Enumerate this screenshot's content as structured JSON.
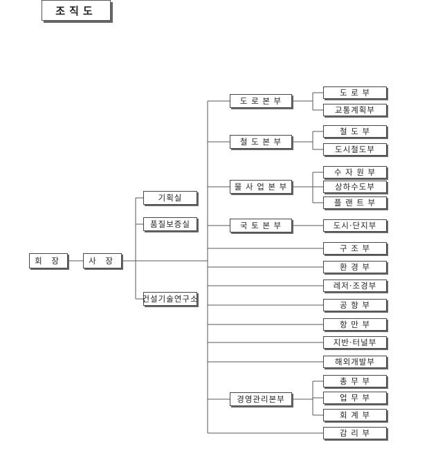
{
  "title": "조직도",
  "chairman": "회 장",
  "president": "사 장",
  "staff": [
    "기획실",
    "품질보증실",
    "건설기술연구소"
  ],
  "divisions": [
    {
      "name": "도 로 본 부",
      "depts": [
        "도 로 부",
        "교통계획부"
      ]
    },
    {
      "name": "철 도 본 부",
      "depts": [
        "철 도 부",
        "도시철도부"
      ]
    },
    {
      "name": "물 사 업 본 부",
      "depts": [
        "수 자 원 부",
        "상하수도부",
        "플 랜 트 부"
      ]
    },
    {
      "name": "국 토 본 부",
      "depts": [
        "도시·단지부"
      ]
    }
  ],
  "standalone_depts": [
    "구 조 부",
    "환 경 부",
    "레저·조경부",
    "공 항 부",
    "항 만 부",
    "지반·터널부",
    "해외개발부"
  ],
  "management": {
    "name": "경영관리본부",
    "depts": [
      "총 무 부",
      "업 무 부",
      "회 계 부"
    ]
  },
  "last_dept": "감 리 부"
}
